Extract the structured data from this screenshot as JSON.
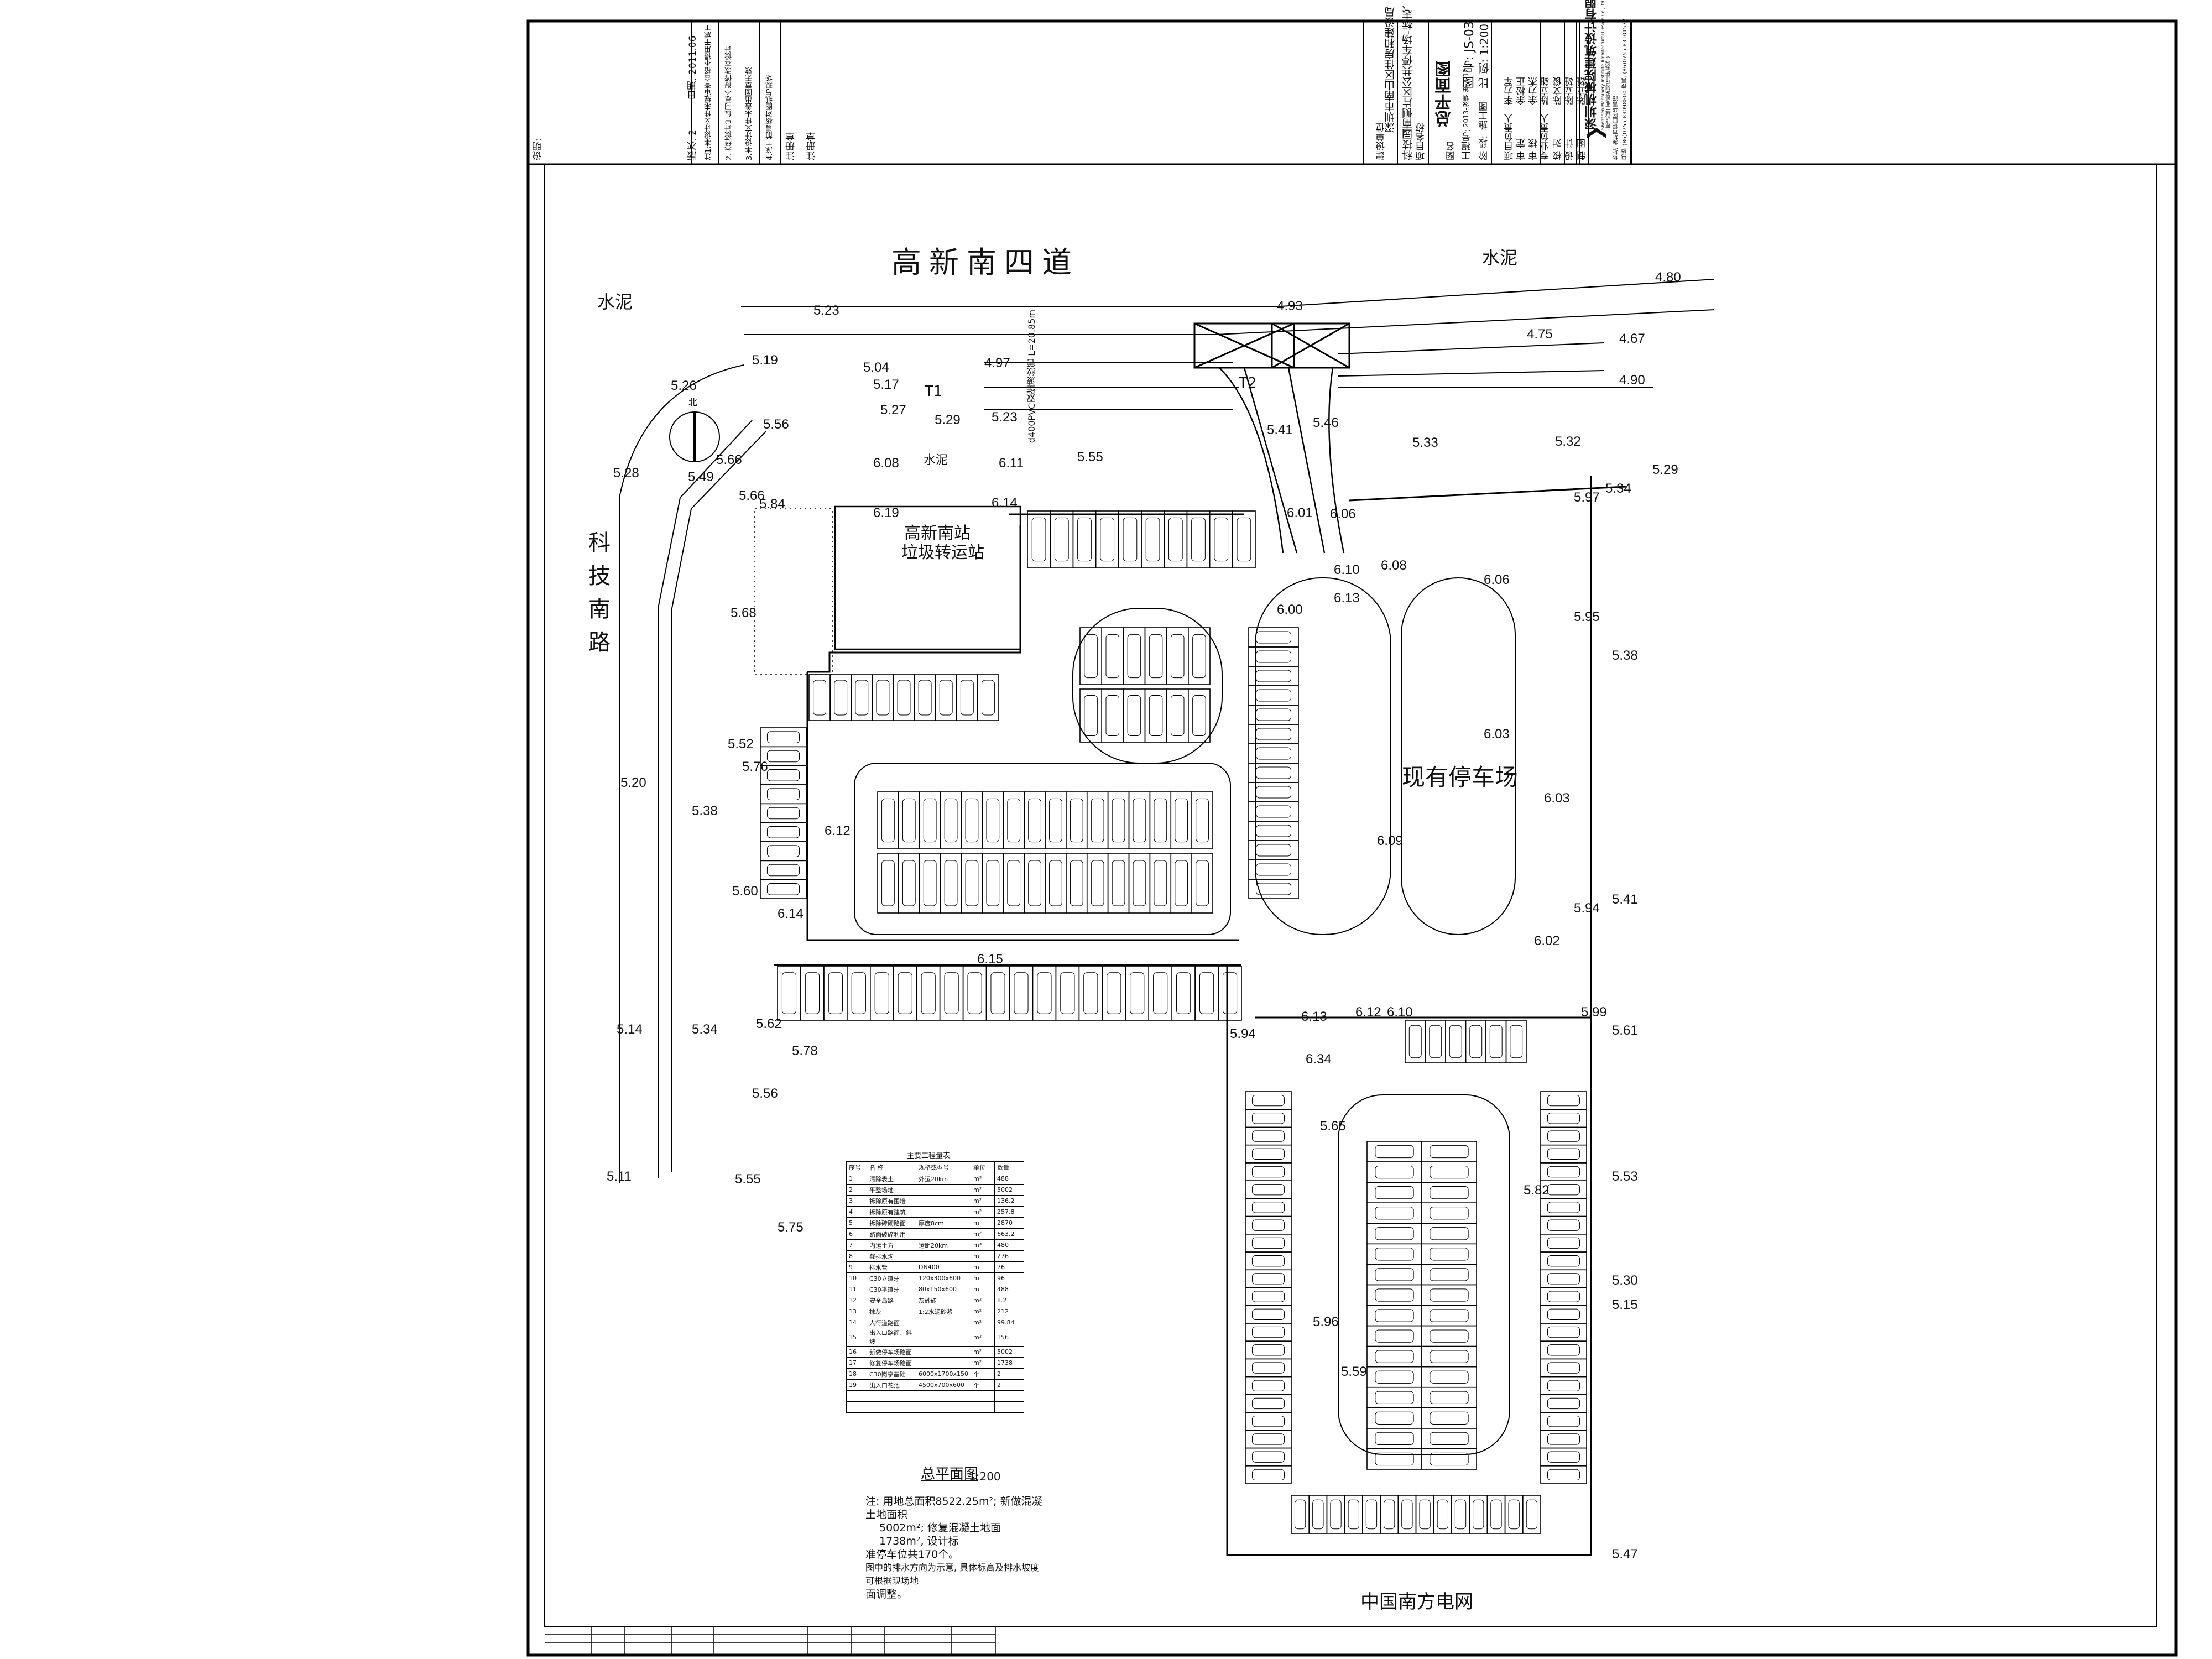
{
  "title_block": {
    "remarks_label": "说明:",
    "version": "版次: 2",
    "date": "日期: 2011.06",
    "notes": [
      "注1:本设计文件未经审查合格不得用于施工",
      "2.未经设计单位同意不得修改本设计",
      "3.本设计文件未盖出图章无效",
      "4.施工前请核对图纸与现场"
    ],
    "stamp_labels": [
      "注册章",
      "注册章"
    ],
    "client_label": "建设单位",
    "client": "深圳市南山区住房和建设局",
    "project_label": "项目名称",
    "project": "科技园南侧片区公共停车场-标志、标线工程",
    "drawing_label": "图名",
    "drawing_name": "总平面图",
    "job_no_label": "工程号:",
    "job_no": "2013-深圳 设-3-12",
    "drawing_no": "图 号: JS-03",
    "stage_label": "阶 段:",
    "stage": "施工图",
    "scale": "比 例: 1:200",
    "signoff": [
      {
        "role": "项目负责人",
        "name": "李力军"
      },
      {
        "role": "审 定",
        "name": "余松正"
      },
      {
        "role": "审 核",
        "name": "余力杰"
      },
      {
        "role": "专业负责人",
        "name": "陈立雄"
      },
      {
        "role": "校 对",
        "name": "陈文俊"
      },
      {
        "role": "设 计",
        "name": "陈立雄"
      },
      {
        "role": "制 图",
        "name": "陈立雄"
      }
    ],
    "company": "深圳机械院建筑设计有限公司",
    "company_en": "Shenzhen Machinery Institute Architectural Design Co.,Ltd",
    "company_sub": "(原“机械工业部深圳设计研究院”)",
    "address": "地址: 深圳市福田区华富路",
    "phone": "电话: (86)0755 83098800  传真: (86)0755 83101572"
  },
  "map": {
    "roads": {
      "north": "高新南四道",
      "west": "科技南路",
      "south": "中国南方电网"
    },
    "surface_labels": [
      "水泥",
      "水泥",
      "水泥"
    ],
    "station": [
      "高新南站",
      "垃圾转运站"
    ],
    "existing_lot": "现有停车场",
    "tags": [
      "T1",
      "T2",
      "北"
    ],
    "pipe_label": "d400PVC双壁波纹管 L=20.85m",
    "elevations": [
      "5.23",
      "4.93",
      "4.80",
      "4.97",
      "4.75",
      "4.67",
      "4.90",
      "5.19",
      "5.04",
      "5.17",
      "5.26",
      "5.27",
      "5.29",
      "5.23",
      "5.56",
      "5.66",
      "6.08",
      "6.11",
      "5.55",
      "5.28",
      "5.49",
      "5.66",
      "5.84",
      "6.19",
      "6.14",
      "5.41",
      "5.46",
      "5.33",
      "5.32",
      "5.29",
      "5.34",
      "5.97",
      "6.01",
      "6.06",
      "6.10",
      "6.08",
      "6.06",
      "6.13",
      "6.00",
      "5.95",
      "5.38",
      "6.03",
      "6.03",
      "6.09",
      "6.02",
      "5.94",
      "5.41",
      "5.68",
      "5.52",
      "5.76",
      "5.20",
      "5.38",
      "6.12",
      "5.60",
      "6.14",
      "6.15",
      "5.14",
      "5.34",
      "5.62",
      "5.78",
      "5.56",
      "5.55",
      "5.11",
      "5.75",
      "5.94",
      "6.13",
      "6.34",
      "6.12",
      "6.10",
      "5.99",
      "5.61",
      "5.65",
      "5.53",
      "5.30",
      "5.15",
      "5.96",
      "5.59",
      "5.47",
      "5.82"
    ]
  },
  "quantities": {
    "title": "主要工程量表",
    "headers": [
      "序号",
      "名 称",
      "规格或型号",
      "单位",
      "数量"
    ],
    "rows": [
      [
        "1",
        "清除表土",
        "外运20km",
        "m³",
        "488"
      ],
      [
        "2",
        "平整场地",
        "",
        "m²",
        "5002"
      ],
      [
        "3",
        "拆除原有围墙",
        "",
        "m²",
        "136.2"
      ],
      [
        "4",
        "拆除原有建筑",
        "",
        "m²",
        "257.8"
      ],
      [
        "5",
        "拆除砖砌路面",
        "厚度8cm",
        "m",
        "2870"
      ],
      [
        "6",
        "路面破碎利用",
        "",
        "m²",
        "663.2"
      ],
      [
        "7",
        "内运土方",
        "运距20km",
        "m³",
        "480"
      ],
      [
        "8",
        "截排水沟",
        "",
        "m",
        "276"
      ],
      [
        "9",
        "排水管",
        "DN400",
        "m",
        "76"
      ],
      [
        "10",
        "C30立道牙",
        "120x300x600",
        "m",
        "96"
      ],
      [
        "11",
        "C30平道牙",
        "80x150x600",
        "m",
        "488"
      ],
      [
        "12",
        "安全岛路",
        "灰砂砖",
        "m²",
        "8.2"
      ],
      [
        "13",
        "抹灰",
        "1:2水泥砂浆",
        "m²",
        "212"
      ],
      [
        "14",
        "人行道路面",
        "",
        "m²",
        "99.84"
      ],
      [
        "15",
        "出入口路面、斜坡",
        "",
        "m²",
        "156"
      ],
      [
        "16",
        "新做停车场路面",
        "",
        "m²",
        "5002"
      ],
      [
        "17",
        "修复停车场路面",
        "",
        "m²",
        "1738"
      ],
      [
        "18",
        "C30岗亭基础",
        "6000x1700x150",
        "个",
        "2"
      ],
      [
        "19",
        "出入口花池",
        "4500x700x600",
        "个",
        "2"
      ],
      [
        "",
        "",
        "",
        "",
        ""
      ],
      [
        "",
        "",
        "",
        "",
        ""
      ]
    ]
  },
  "caption": {
    "title": "总平面图",
    "scale": "1:200"
  },
  "notes": [
    "注: 用地总面积8522.25m²;  新做混凝土地面积",
    "5002m²; 修复混凝土地面  1738m², 设计标",
    "准停车位共170个。",
    "图中的排水方向为示意, 具体标高及排水坡度可根据现场地",
    "面调整。"
  ]
}
